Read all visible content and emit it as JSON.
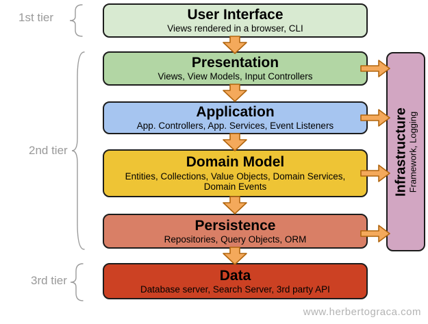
{
  "diagram": {
    "tiers": [
      {
        "label": "1st tier"
      },
      {
        "label": "2nd tier"
      },
      {
        "label": "3rd tier"
      }
    ],
    "layers": [
      {
        "title": "User Interface",
        "subtitle": "Views rendered in a browser, CLI",
        "color": "#d8ead1"
      },
      {
        "title": "Presentation",
        "subtitle": "Views, View Models, Input Controllers",
        "color": "#b2d6a4"
      },
      {
        "title": "Application",
        "subtitle": "App. Controllers, App. Services, Event Listeners",
        "color": "#a6c5f0"
      },
      {
        "title": "Domain Model",
        "subtitle": "Entities, Collections, Value Objects, Domain Services, Domain Events",
        "color": "#eec435"
      },
      {
        "title": "Persistence",
        "subtitle": "Repositories, Query Objects, ORM",
        "color": "#d97f66"
      },
      {
        "title": "Data",
        "subtitle": "Database server, Search Server, 3rd party API",
        "color": "#cc4123"
      }
    ],
    "infrastructure": {
      "title": "Infrastructure",
      "subtitle": "Framework, Logging",
      "color": "#d2a6c2"
    },
    "watermark": "www.herbertograca.com",
    "colors": {
      "box_border": "#1c1c1c",
      "arrow_fill": "#f4a95b",
      "arrow_stroke": "#b0650e",
      "tier_label": "#999999",
      "brace": "#9a9a9a",
      "watermark": "#b3b3b3"
    }
  }
}
